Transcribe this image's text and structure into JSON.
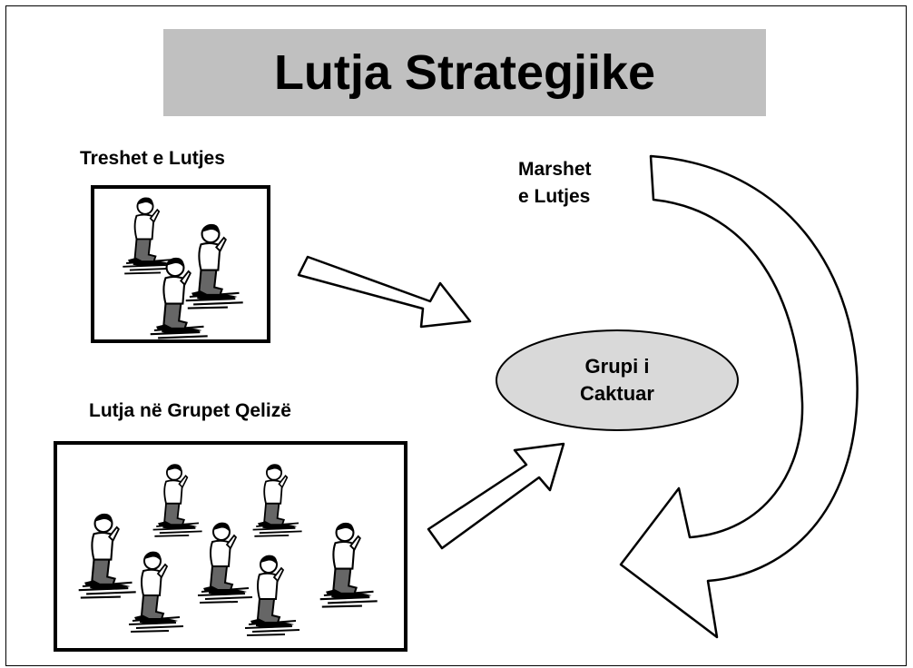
{
  "slide": {
    "title": "Lutja Strategjike",
    "label_triads": "Treshet e Lutjes",
    "label_marches_line1": "Marshet",
    "label_marches_line2": "e Lutjes",
    "label_cells": "Lutja në Grupet Qelizë",
    "target_line1": "Grupi i",
    "target_line2": "Caktuar"
  },
  "colors": {
    "title_bg": "#c0c0c0",
    "ellipse_fill": "#d9d9d9",
    "stroke": "#000000"
  },
  "icons": [
    "kneeling-praying-person-icon",
    "hollow-arrow-icon",
    "curved-arrow-icon"
  ]
}
